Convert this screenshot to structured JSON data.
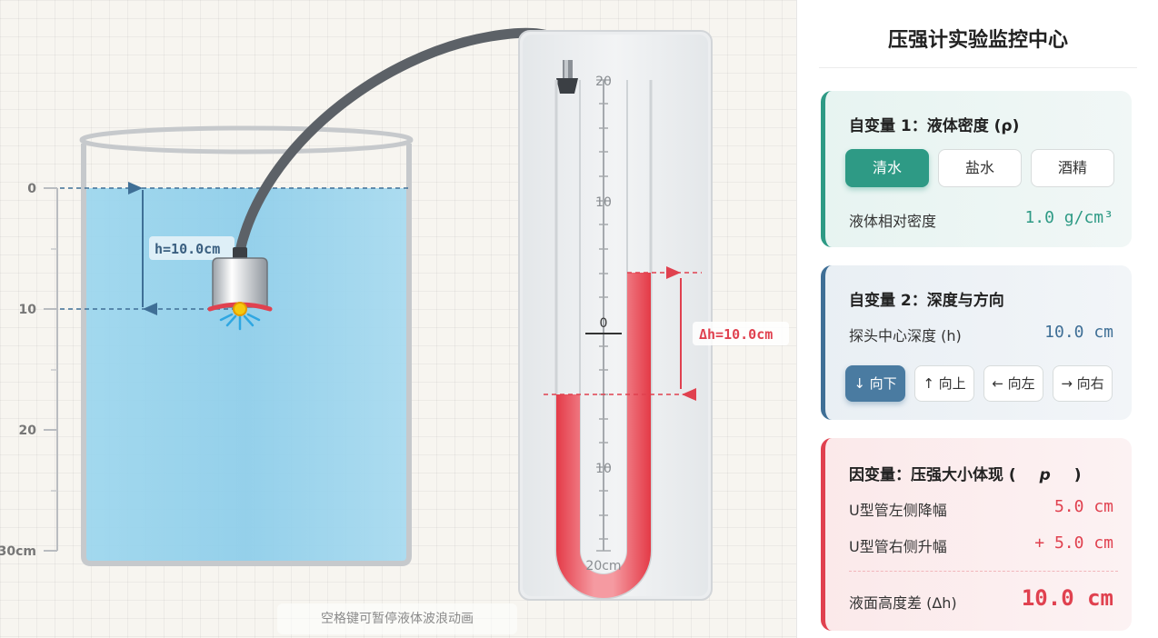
{
  "panel": {
    "title": "压强计实验监控中心",
    "card_density": {
      "title": "自变量 1：液体密度 (ρ)",
      "buttons": [
        {
          "label": "清水",
          "active": true
        },
        {
          "label": "盐水",
          "active": false
        },
        {
          "label": "酒精",
          "active": false
        }
      ],
      "density_label": "液体相对密度",
      "density_value": "1.0 g/cm³"
    },
    "card_depth": {
      "title": "自变量 2：深度与方向",
      "depth_label": "探头中心深度 (h)",
      "depth_value": "10.0 cm",
      "direction_buttons": [
        {
          "label": "↓ 向下",
          "active": true
        },
        {
          "label": "↑ 向上",
          "active": false
        },
        {
          "label": "← 向左",
          "active": false
        },
        {
          "label": "→ 向右",
          "active": false
        }
      ]
    },
    "card_pressure": {
      "title_prefix": "因变量：压强大小体现 (",
      "title_symbol": "p",
      "title_suffix": ")",
      "left_drop_label": "U型管左侧降幅",
      "left_drop_value": "5.0 cm",
      "right_rise_label": "U型管右侧升幅",
      "right_rise_value": "+ 5.0 cm",
      "height_diff_label": "液面高度差 (Δh)",
      "height_diff_value": "10.0 cm"
    }
  },
  "beaker": {
    "depth_scale_labels": [
      "0",
      "10",
      "20",
      "30cm"
    ],
    "probe_depth_label": "h=10.0cm",
    "probe_depth_cm": 10.0
  },
  "manometer": {
    "scale_labels": [
      "20",
      "10",
      "0",
      "10",
      "20cm"
    ],
    "delta_label": "Δh=10.0cm",
    "left_level_cm": -5.0,
    "right_level_cm": 5.0
  },
  "hint": "空格键可暂停液体波浪动画",
  "colors": {
    "water": "#8fd0ea",
    "manometer_liquid": "#e8434f",
    "accent_density": "#2e9a85",
    "accent_depth": "#3f6f96",
    "accent_pressure": "#e0414f"
  }
}
